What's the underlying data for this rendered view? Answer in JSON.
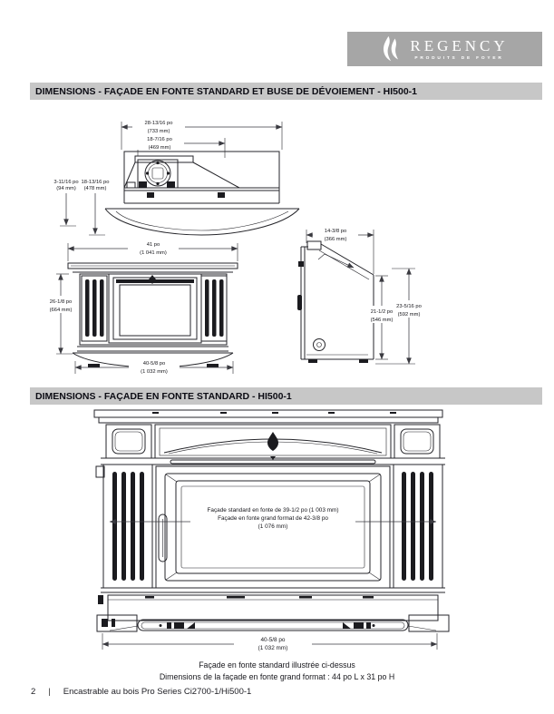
{
  "logo": {
    "brand": "REGENCY",
    "tagline": "PRODUITS DE FOYER"
  },
  "section1": {
    "title": "DIMENSIONS - FAÇADE EN FONTE STANDARD ET BUSE DE DÉVOIEMENT - HI500-1",
    "dims": {
      "top_outer_in": "28-13/16 po",
      "top_outer_mm": "(733 mm)",
      "top_inner_in": "18-7/16 po",
      "top_inner_mm": "(469 mm)",
      "left_a_in": "3-11/16 po",
      "left_a_mm": "(94 mm)",
      "left_b_in": "18-13/16 po",
      "left_b_mm": "(478 mm)",
      "front_width_in": "41 po",
      "front_width_mm": "(1 041 mm)",
      "front_height_in": "26-1/8 po",
      "front_height_mm": "(664 mm)",
      "front_base_in": "40-5/8 po",
      "front_base_mm": "(1 032 mm)",
      "side_depth_in": "14-3/8 po",
      "side_depth_mm": "(366 mm)",
      "side_height1_in": "21-1/2 po",
      "side_height1_mm": "(546 mm)",
      "side_height2_in": "23-5/16 po",
      "side_height2_mm": "(592 mm)"
    }
  },
  "section2": {
    "title": "DIMENSIONS - FAÇADE EN FONTE STANDARD - HI500-1",
    "facade_label": {
      "line1": "Façade standard en fonte de 39-1/2 po (1 003 mm)",
      "line2": "Façade en fonte grand format de 42-3/8 po",
      "line3": "(1 076 mm)"
    },
    "base_dim_in": "40-5/8 po",
    "base_dim_mm": "(1 032 mm)",
    "caption_line1": "Façade en fonte standard illustrée ci-dessus",
    "caption_line2": "Dimensions de la façade en fonte grand format : 44 po L x 31 po H"
  },
  "footer": {
    "page_number": "2",
    "separator": "|",
    "text": "Encastrable au bois Pro Series Ci2700-1/Hi500-1"
  },
  "colors": {
    "header_bar_bg": "#c7c7c7",
    "logo_bg": "#a6a6a6",
    "line_color": "#26262b"
  }
}
